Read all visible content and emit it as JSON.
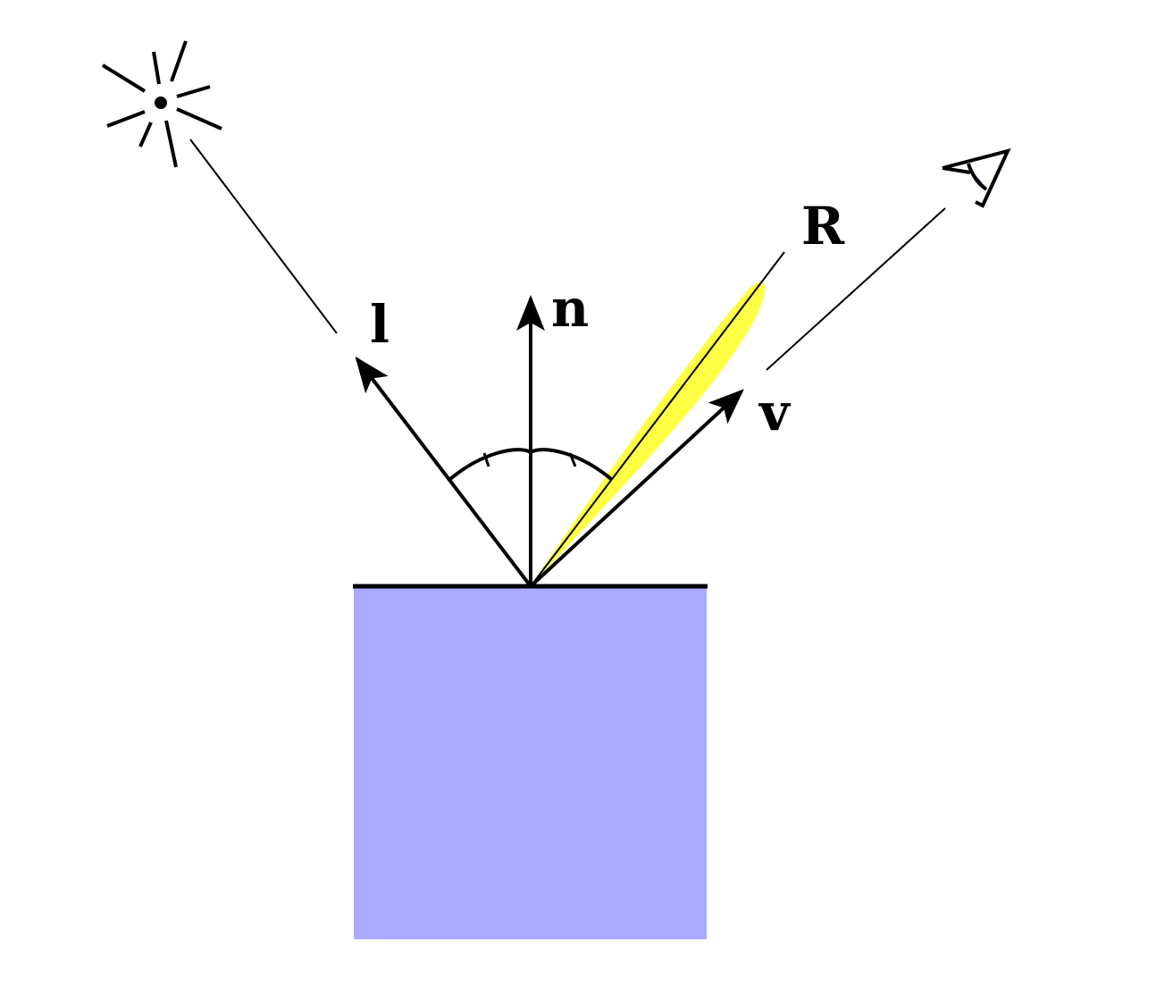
{
  "labels": {
    "light": "l",
    "normal": "n",
    "reflection": "R",
    "view": "v"
  },
  "icons": {
    "light_source": "light-source-icon",
    "viewer": "eye-icon"
  },
  "colors": {
    "surface": "#aaaaff",
    "specular_lobe": "#ffff44",
    "iris": "#7777dd",
    "stroke": "#000000"
  }
}
